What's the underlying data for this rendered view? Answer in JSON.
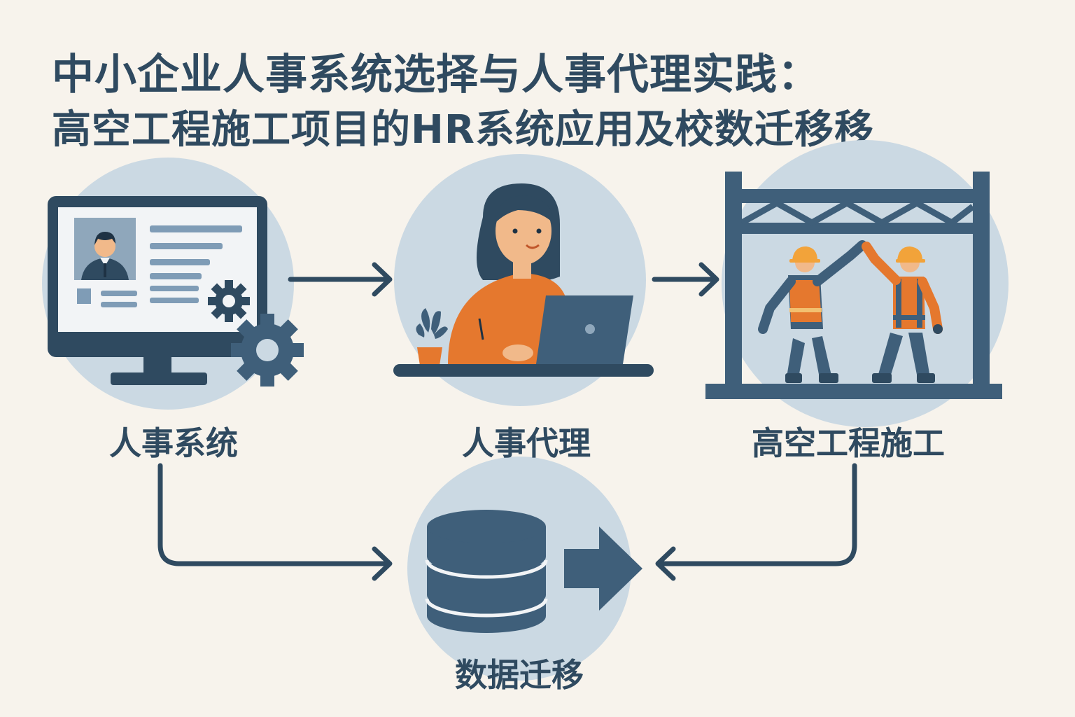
{
  "title": {
    "line1": "中小企业人事系统选择与人事代理实践：",
    "line2": "高空工程施工项目的HR系统应用及校数迁移移"
  },
  "nodes": {
    "hr_system": "人事系统",
    "hr_agency": "人事代理",
    "construction": "高空工程施工",
    "data_migration": "数据迁移"
  },
  "colors": {
    "background": "#f7f3ec",
    "primary_dark": "#2f4a60",
    "circle_light": "#cbd9e3",
    "accent_orange": "#e5782e",
    "skin": "#f1b98a"
  },
  "icons": [
    "computer-monitor-icon",
    "gear-icon",
    "person-with-laptop-icon",
    "construction-workers-icon",
    "database-icon",
    "arrow-right-icon"
  ]
}
